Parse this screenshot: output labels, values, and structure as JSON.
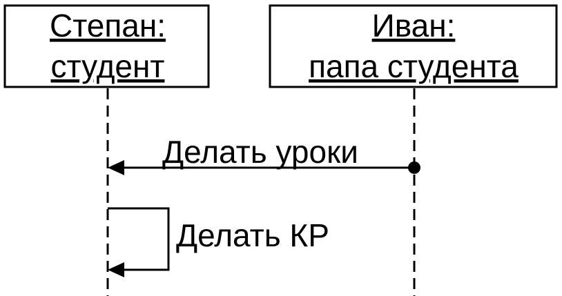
{
  "participants": [
    {
      "name": "Степан:",
      "role": "студент"
    },
    {
      "name": "Иван:",
      "role": "папа студента"
    }
  ],
  "messages": [
    {
      "label": "Делать уроки",
      "from": "Иван",
      "to": "Степан",
      "type": "found-message"
    },
    {
      "label": "Делать КР",
      "from": "Степан",
      "to": "Степан",
      "type": "self-message"
    }
  ]
}
